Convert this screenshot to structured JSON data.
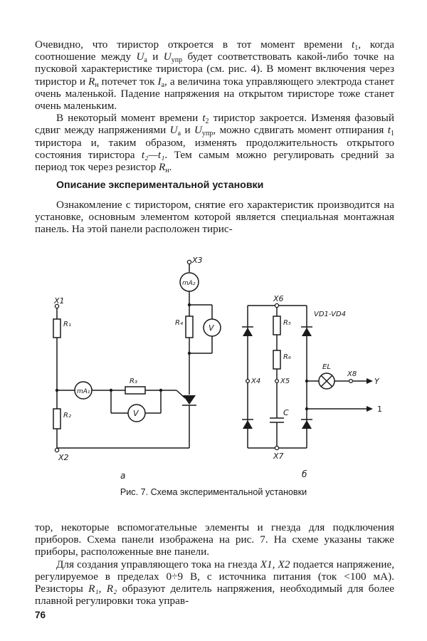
{
  "page": {
    "number": "76",
    "section_heading": "Описание экспериментальной установки",
    "figure_caption": "Рис. 7. Схема экспериментальной установки"
  },
  "paragraphs": {
    "p1": {
      "a": "Очевидно, что тиристор откроется в тот момент времени ",
      "b": ", когда соотношение между ",
      "c": " и ",
      "d": " будет соответствовать какой-либо точке на пусковой характеристике тиристора (см. рис. 4). В момент включения через тиристор и ",
      "e": " потечет ток ",
      "f": ", а величина тока управляющего электрода станет очень маленькой. Падение напряжения на открытом тиристоре тоже станет очень маленьким."
    },
    "p2": {
      "a": "В некоторый момент времени ",
      "b": " тиристор закроется. Изменяя фазовый сдвиг между напряжениями ",
      "c": " и ",
      "d": ", можно сдвигать момент отпирания ",
      "e": " тиристора и, таким образом, изменять продолжительность открытого состояния тиристора ",
      "f": ". Тем самым можно регулировать средний за период ток через резистор ",
      "g": "."
    },
    "p3": "Ознакомление с тиристором, снятие его характеристик производится на установке, основным элементом которой является специальная монтажная панель. На этой панели расположен тирис-",
    "p4": "тор, некоторые вспомогательные элементы и гнезда для подключения приборов. Схема панели изображена на рис. 7. На схеме указаны также приборы, расположенные вне панели.",
    "p5": {
      "a": "Для создания управляющего тока на гнезда ",
      "b": " подается напряжение, регулируемое в пределах 0÷9 В, с источника питания (ток <100 мА). Резисторы ",
      "c": " образуют делитель напряжения, необходимый для более плавной регулировки тока управ-"
    }
  },
  "symbols": {
    "t1": {
      "base": "t",
      "sub": "1"
    },
    "t2": {
      "base": "t",
      "sub": "2"
    },
    "Ua": {
      "base": "U",
      "sub": "а"
    },
    "Uupr": {
      "base": "U",
      "sub": "упр"
    },
    "Rn": {
      "base": "R",
      "sub": "н"
    },
    "Ia": {
      "base": "I",
      "sub": "а"
    },
    "t2_t1": "t₂—t₁",
    "X1X2": "X1, X2",
    "R1R2": "R₁, R₂"
  },
  "schematic": {
    "labels": {
      "X1": "X1",
      "X2": "X2",
      "X3": "X3",
      "X4": "X4",
      "X5": "X5",
      "X6": "X6",
      "X7": "X7",
      "X8": "X8",
      "R1": "R₁",
      "R2": "R₂",
      "R3": "R₃",
      "R4": "R₄",
      "R5": "R₅",
      "R6": "R₆",
      "C": "C",
      "EL": "EL",
      "VD": "VD1-VD4",
      "mA1": "mA₁",
      "mA2": "mA₂",
      "V": "V",
      "Y": "Y",
      "one": "1",
      "sub_a": "а",
      "sub_b": "б"
    }
  }
}
